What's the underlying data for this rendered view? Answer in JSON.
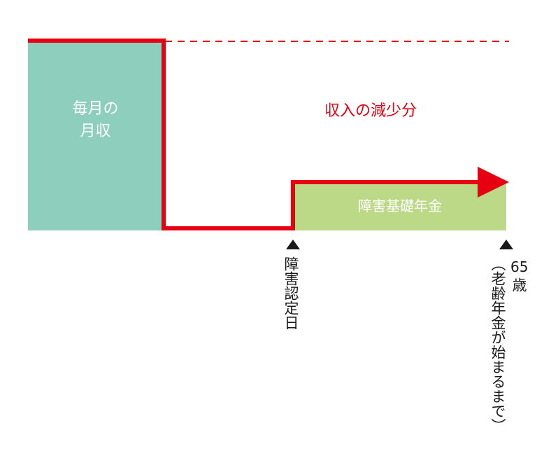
{
  "labels": {
    "monthly_income_line1": "毎月の",
    "monthly_income_line2": "月収",
    "income_reduction": "収入の減少分",
    "basic_disability_pension": "障害基礎年金",
    "disability_certification_date": "障害認定日",
    "age_number": "65",
    "age_unit": "歳",
    "old_age_pension_note": "（老齢年金が始まるまで）"
  },
  "colors": {
    "income_block": "#8ecebd",
    "pension_block": "#bcd987",
    "income_line": "#e60012",
    "marker": "#1a1a1a",
    "text_dark": "#1a1a1a",
    "text_light": "#ffffff"
  },
  "icons": {
    "timeline_marker": "triangle-up-icon",
    "arrow_head": "arrow-right-icon"
  }
}
